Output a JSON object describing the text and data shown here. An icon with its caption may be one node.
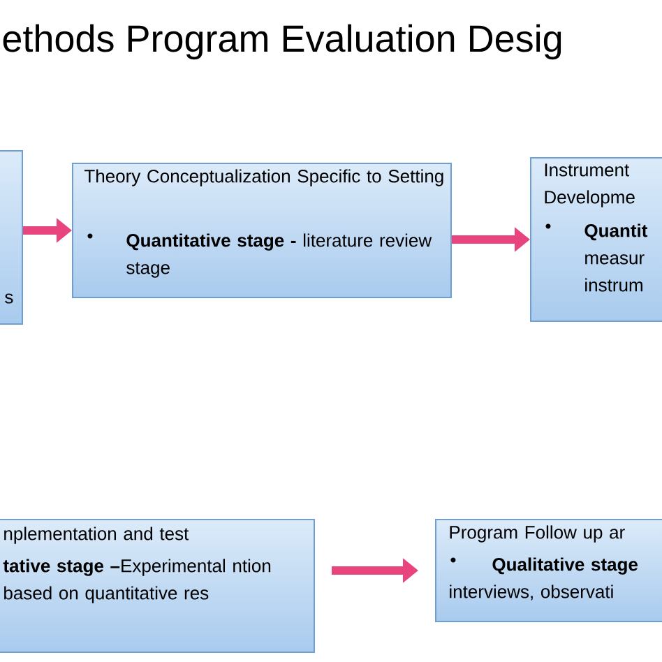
{
  "diagram": {
    "title": "ethods Program Evaluation Desig",
    "nodes": [
      {
        "text": [
          "s"
        ]
      },
      {
        "text": [
          "Theory Conceptualization Specific to Setting",
          "•",
          "**Quantitative stage -** literature review stage"
        ]
      },
      {
        "text": [
          "Instrument Developme",
          "•",
          "**Quantit** measur instrum"
        ]
      },
      {
        "text": [
          "nplementation and test",
          "**tative stage –**Experimental ntion based on quantitative res"
        ]
      },
      {
        "text": [
          "Program Follow up ar",
          "•",
          "**Qualitative stage** interviews, observati"
        ]
      }
    ],
    "edges": [
      {
        "from": 0,
        "to": 1,
        "arrow": "to"
      },
      {
        "from": 1,
        "to": 2,
        "arrow": "to"
      },
      {
        "from": 3,
        "to": 4,
        "arrow": "to"
      }
    ]
  }
}
